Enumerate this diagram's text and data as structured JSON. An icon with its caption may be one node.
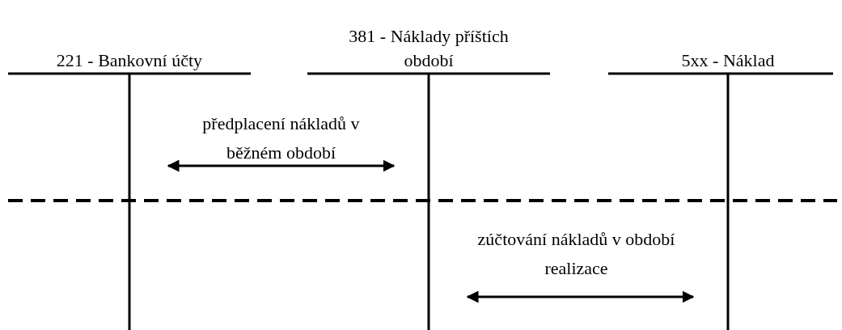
{
  "diagram": {
    "nodes": [
      {
        "text": [
          "221 - Bankovní účty"
        ]
      },
      {
        "text": [
          "381 - Náklady příštích období"
        ]
      },
      {
        "text": [
          "5xx - Náklad"
        ]
      }
    ],
    "edges": [
      {
        "from": 0,
        "to": 1,
        "arrow": "both",
        "label": "předplacení nákladů v běžném období"
      },
      {
        "from": 1,
        "to": 2,
        "arrow": "both",
        "label": "zúčtování nákladů v období realizace"
      }
    ]
  }
}
